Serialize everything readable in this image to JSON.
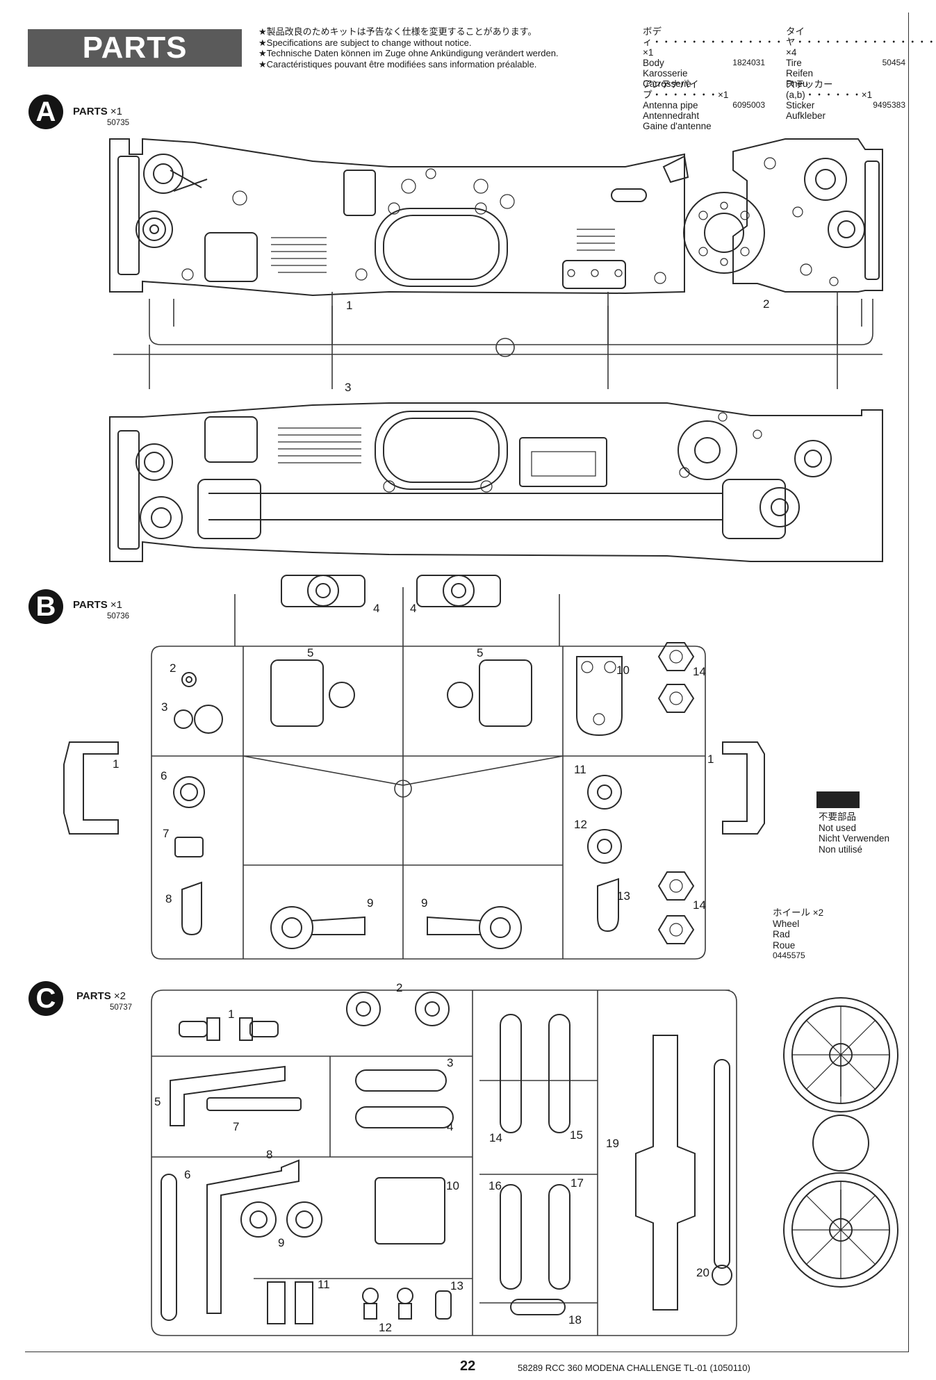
{
  "header": {
    "banner": "PARTS",
    "notes": [
      "★製品改良のためキットは予告なく仕様を変更することがあります。",
      "★Specifications are subject to change without notice.",
      "★Technische Daten können im Zuge ohne Ankündigung verändert werden.",
      "★Caractéristiques pouvant être modifiées sans information préalable."
    ]
  },
  "parts_info": {
    "body": {
      "jp": "ボディ・・・・・・・・・・・・・・×1",
      "code": "1824031",
      "names": [
        "Body",
        "Karosserie",
        "Carrosserie"
      ]
    },
    "tire": {
      "jp": "タイヤ・・・・・・・・・・・・・・・×4",
      "code": "50454",
      "names": [
        "Tire",
        "Reifen",
        "Pneu"
      ]
    },
    "antenna": {
      "jp": "アンテナパイプ・・・・・・・×1",
      "code": "6095003",
      "names": [
        "Antenna pipe",
        "Antennedraht",
        "Gaine d'antenne"
      ]
    },
    "sticker": {
      "jp": "ステッカー(a,b)・・・・・・×1",
      "code": "9495383",
      "names": [
        "Sticker",
        "Aufkleber"
      ]
    }
  },
  "sections": {
    "A": {
      "letter": "A",
      "label": "PARTS",
      "mult": "×1",
      "code": "50735",
      "numbers": [
        "1",
        "2",
        "3"
      ]
    },
    "B": {
      "letter": "B",
      "label": "PARTS",
      "mult": "×1",
      "code": "50736",
      "numbers": [
        "4",
        "4",
        "2",
        "3",
        "5",
        "5",
        "10",
        "14",
        "1",
        "1",
        "6",
        "11",
        "7",
        "12",
        "8",
        "9",
        "9",
        "13",
        "14"
      ]
    },
    "C": {
      "letter": "C",
      "label": "PARTS",
      "mult": "×2",
      "code": "50737",
      "numbers": [
        "1",
        "2",
        "3",
        "5",
        "7",
        "4",
        "14",
        "15",
        "8",
        "19",
        "6",
        "10",
        "16",
        "17",
        "9",
        "20",
        "11",
        "13",
        "12",
        "18"
      ]
    }
  },
  "legend": {
    "jp": "不要部品",
    "en": "Not used",
    "de": "Nicht Verwenden",
    "fr": "Non utilisé"
  },
  "wheel": {
    "jp": "ホイール ×2",
    "names": [
      "Wheel",
      "Rad",
      "Roue"
    ],
    "code": "0445575"
  },
  "footer": {
    "page": "22",
    "info": "58289  RCC 360 MODENA CHALLENGE TL-01 (1050110)"
  }
}
